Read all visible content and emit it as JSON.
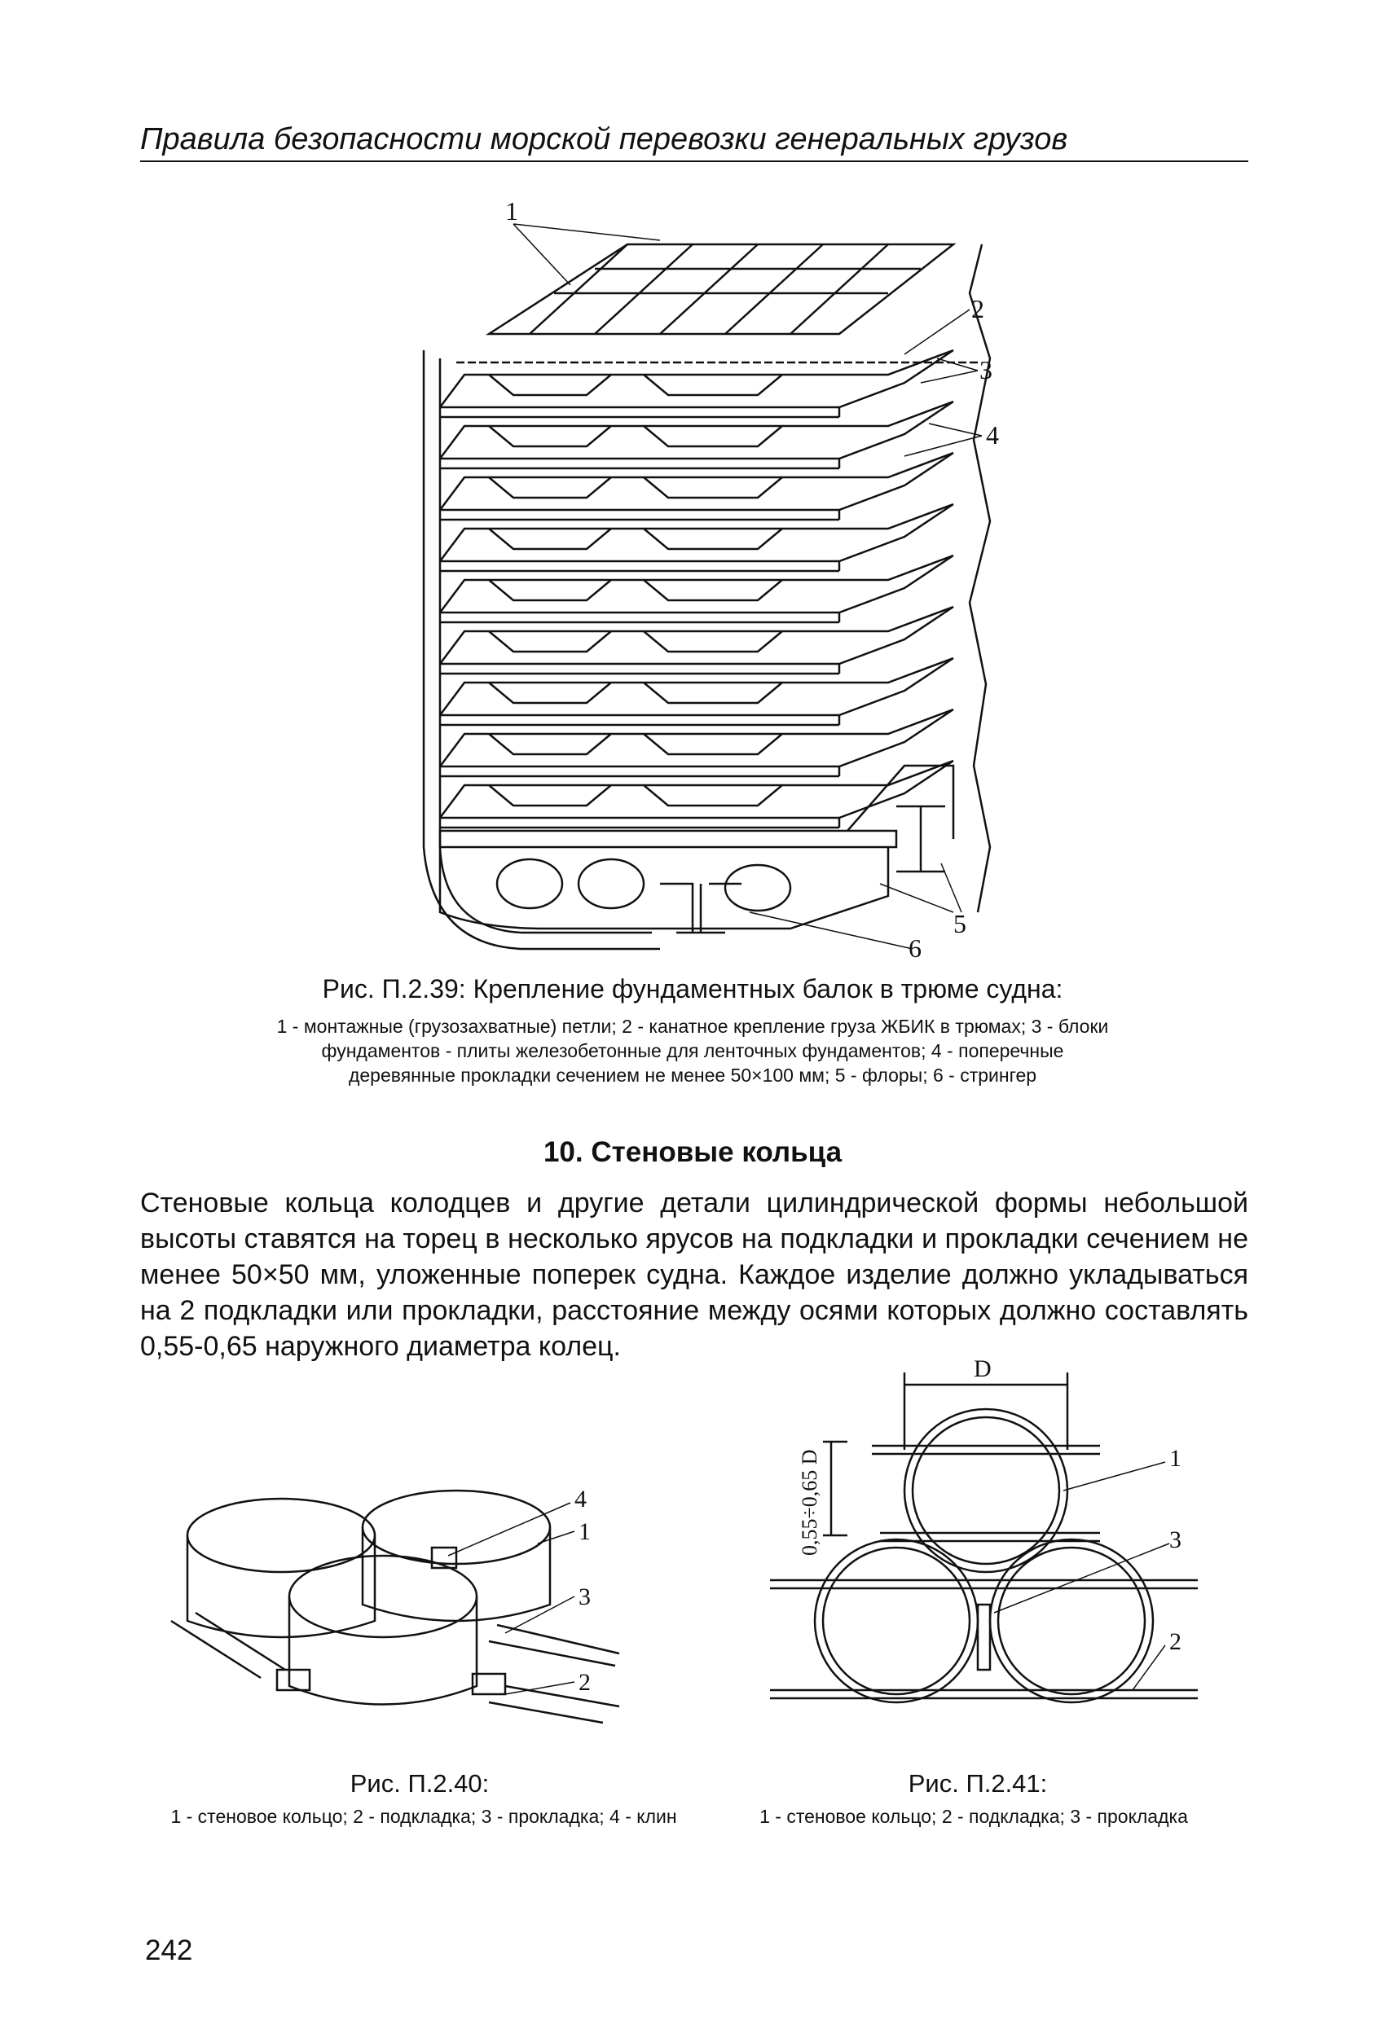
{
  "header": "Правила безопасности морской перевозки генеральных грузов",
  "figure_239": {
    "labels": [
      "1",
      "2",
      "3",
      "4",
      "5",
      "6"
    ],
    "caption_title": "Рис. П.2.39: Крепление фундаментных балок в трюме судна:",
    "caption_text": "1 - монтажные (грузозахватные) петли; 2 - канатное крепление груза ЖБИК в трюмах; 3 - блоки фундаментов - плиты железобетонные для ленточных фундаментов; 4 - поперечные деревянные прокладки сечением не менее 50×100 мм; 5 - флоры; 6 - стрингер"
  },
  "section": {
    "title": "10. Стеновые кольца",
    "paragraph": "Стеновые кольца колодцев и другие детали цилиндрической формы небольшой высоты ставятся на торец в несколько ярусов на подкладки и прокладки сечением не менее 50×50 мм, уложенные поперек судна. Каждое изделие должно укладываться на 2 подкладки или прокладки, расстояние между осями которых должно составлять 0,55-0,65 наружного диаметра колец."
  },
  "figure_240": {
    "labels": [
      "4",
      "1",
      "3",
      "2"
    ],
    "caption_title": "Рис. П.2.40:",
    "caption_text": "1 - стеновое кольцо; 2 - подкладка; 3 - прокладка; 4 - клин"
  },
  "figure_241": {
    "dim_d": "D",
    "dim_spacing": "0,55÷0,65 D",
    "labels": [
      "1",
      "3",
      "2"
    ],
    "caption_title": "Рис. П.2.41:",
    "caption_text": "1 - стеновое кольцо; 2 - подкладка; 3 - прокладка"
  },
  "page_number": "242"
}
